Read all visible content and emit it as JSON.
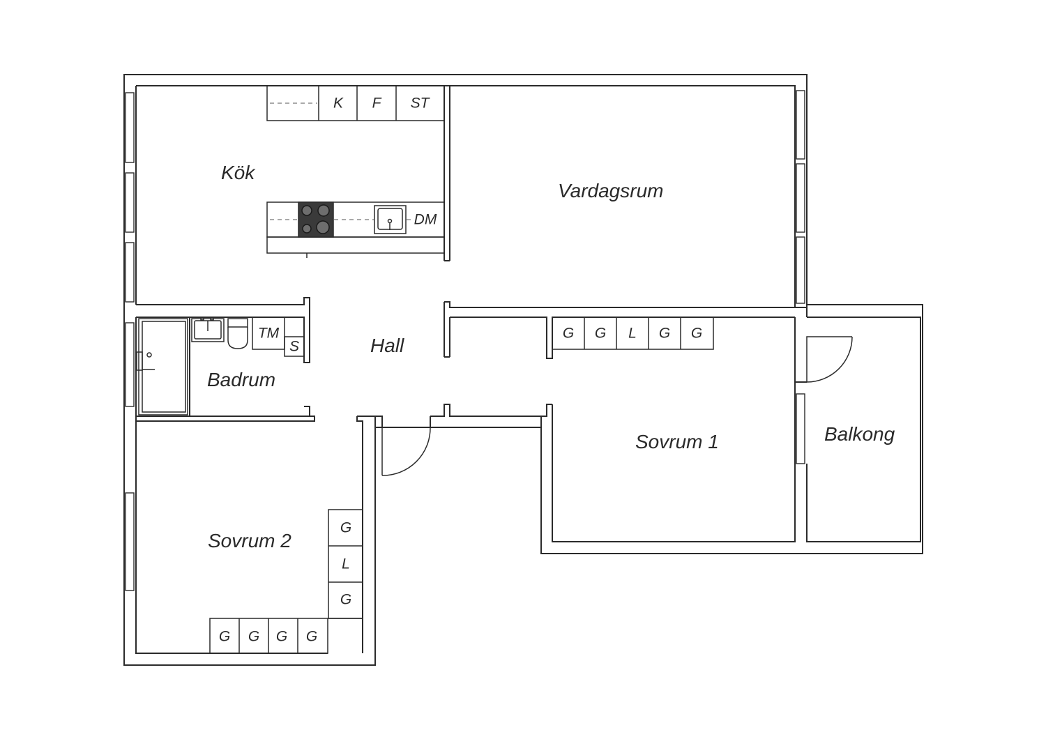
{
  "rooms": {
    "kok": "Kök",
    "vardagsrum": "Vardagsrum",
    "hall": "Hall",
    "badrum": "Badrum",
    "sovrum1": "Sovrum 1",
    "sovrum2": "Sovrum 2",
    "balkong": "Balkong"
  },
  "fixtures": {
    "kitchen_top": [
      "K",
      "F",
      "ST"
    ],
    "dishwasher": "DM",
    "washer": "TM",
    "dryer": "S",
    "sovrum1_wardrobes": [
      "G",
      "G",
      "L",
      "G",
      "G"
    ],
    "sovrum2_wardrobes_vertical": [
      "G",
      "L",
      "G"
    ],
    "sovrum2_wardrobes_bottom": [
      "G",
      "G",
      "G",
      "G"
    ]
  },
  "colors": {
    "wall": "#2b2b2b",
    "background": "#ffffff",
    "hob": "#3a3a3a"
  }
}
